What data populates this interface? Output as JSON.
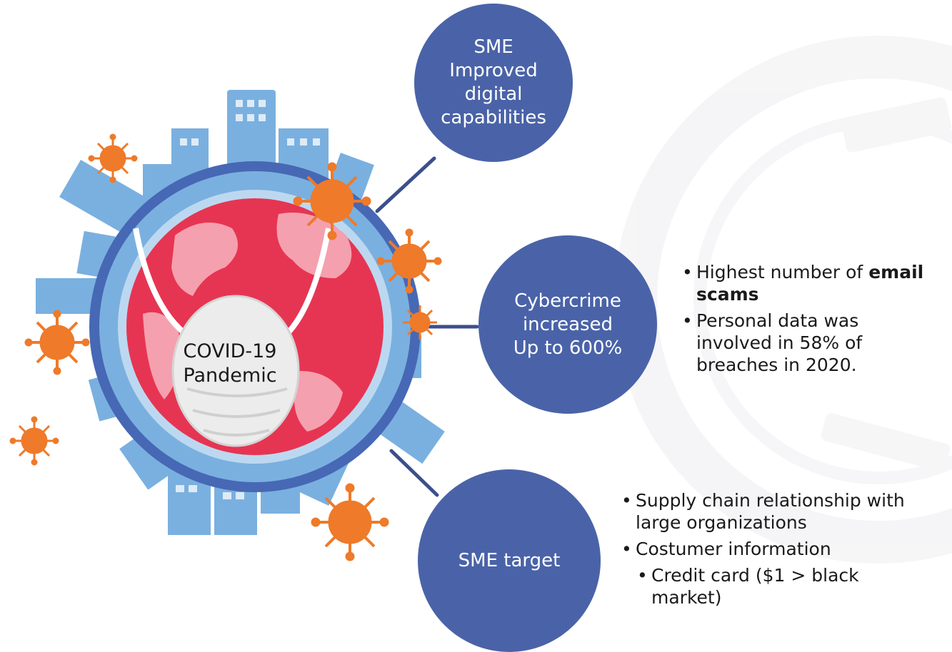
{
  "colors": {
    "node_fill": "#4a63a8",
    "connector": "#3b4f8c",
    "ring_outer": "#4768b5",
    "building": "#7ab0df",
    "earth_sea": "#e63552",
    "earth_land": "#f5a0ae",
    "virus": "#ee7a2a",
    "mask": "#ececec",
    "watermark": "#e9e9ec"
  },
  "icons": [
    "globe-icon",
    "city-skyline-icon",
    "face-mask-icon",
    "virus-icon",
    "watermark-logo"
  ],
  "center": {
    "label": "COVID-19\nPandemic"
  },
  "nodes": [
    {
      "id": "sme-capabilities",
      "label": "SME\nImproved\ndigital\ncapabilities"
    },
    {
      "id": "cybercrime",
      "label": "Cybercrime\nincreased\nUp to 600%"
    },
    {
      "id": "sme-target",
      "label": "SME target"
    }
  ],
  "cybercrime_bullets": {
    "item1_prefix": "Highest number of ",
    "item1_bold": "email scams",
    "item2": "Personal data was involved in 58% of breaches in 2020."
  },
  "sme_target_bullets": {
    "item1": "Supply chain relationship with large organizations",
    "item2": "Costumer information",
    "item3": "Credit card ($1 > black market)"
  }
}
